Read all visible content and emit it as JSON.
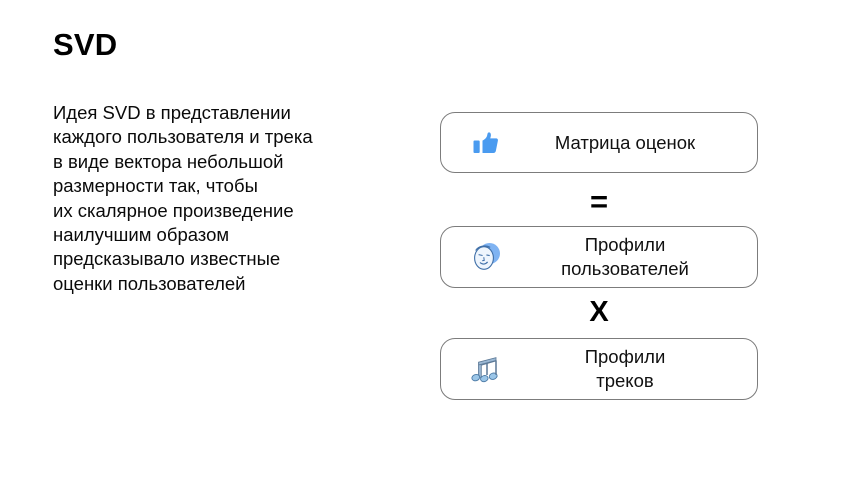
{
  "slide": {
    "background_color": "#ffffff",
    "title": "SVD"
  },
  "body": {
    "lines": [
      "Идея SVD в представлении",
      "каждого пользователя и трека",
      "в виде вектора небольшой",
      "размерности так, чтобы",
      "их скалярное произведение",
      "наилучшим образом",
      "предсказывало известные",
      "оценки пользователей"
    ]
  },
  "diagram": {
    "colors": {
      "border": "#7c7c7c",
      "thumb_blue": "#4a9bf0",
      "face_blue": "#7fb3f2",
      "note_blue": "#8fb4d9",
      "text": "#111111"
    },
    "blocks": [
      {
        "id": "ratings-matrix",
        "icon": "thumbs-up-icon",
        "label_line1": "Матрица оценок",
        "label_line2": ""
      },
      {
        "id": "user-profiles",
        "icon": "user-face-icon",
        "label_line1": "Профили",
        "label_line2": "пользователей"
      },
      {
        "id": "track-profiles",
        "icon": "music-notes-icon",
        "label_line1": "Профили",
        "label_line2": "треков"
      }
    ],
    "operators": {
      "equals": "=",
      "times": "X"
    }
  }
}
